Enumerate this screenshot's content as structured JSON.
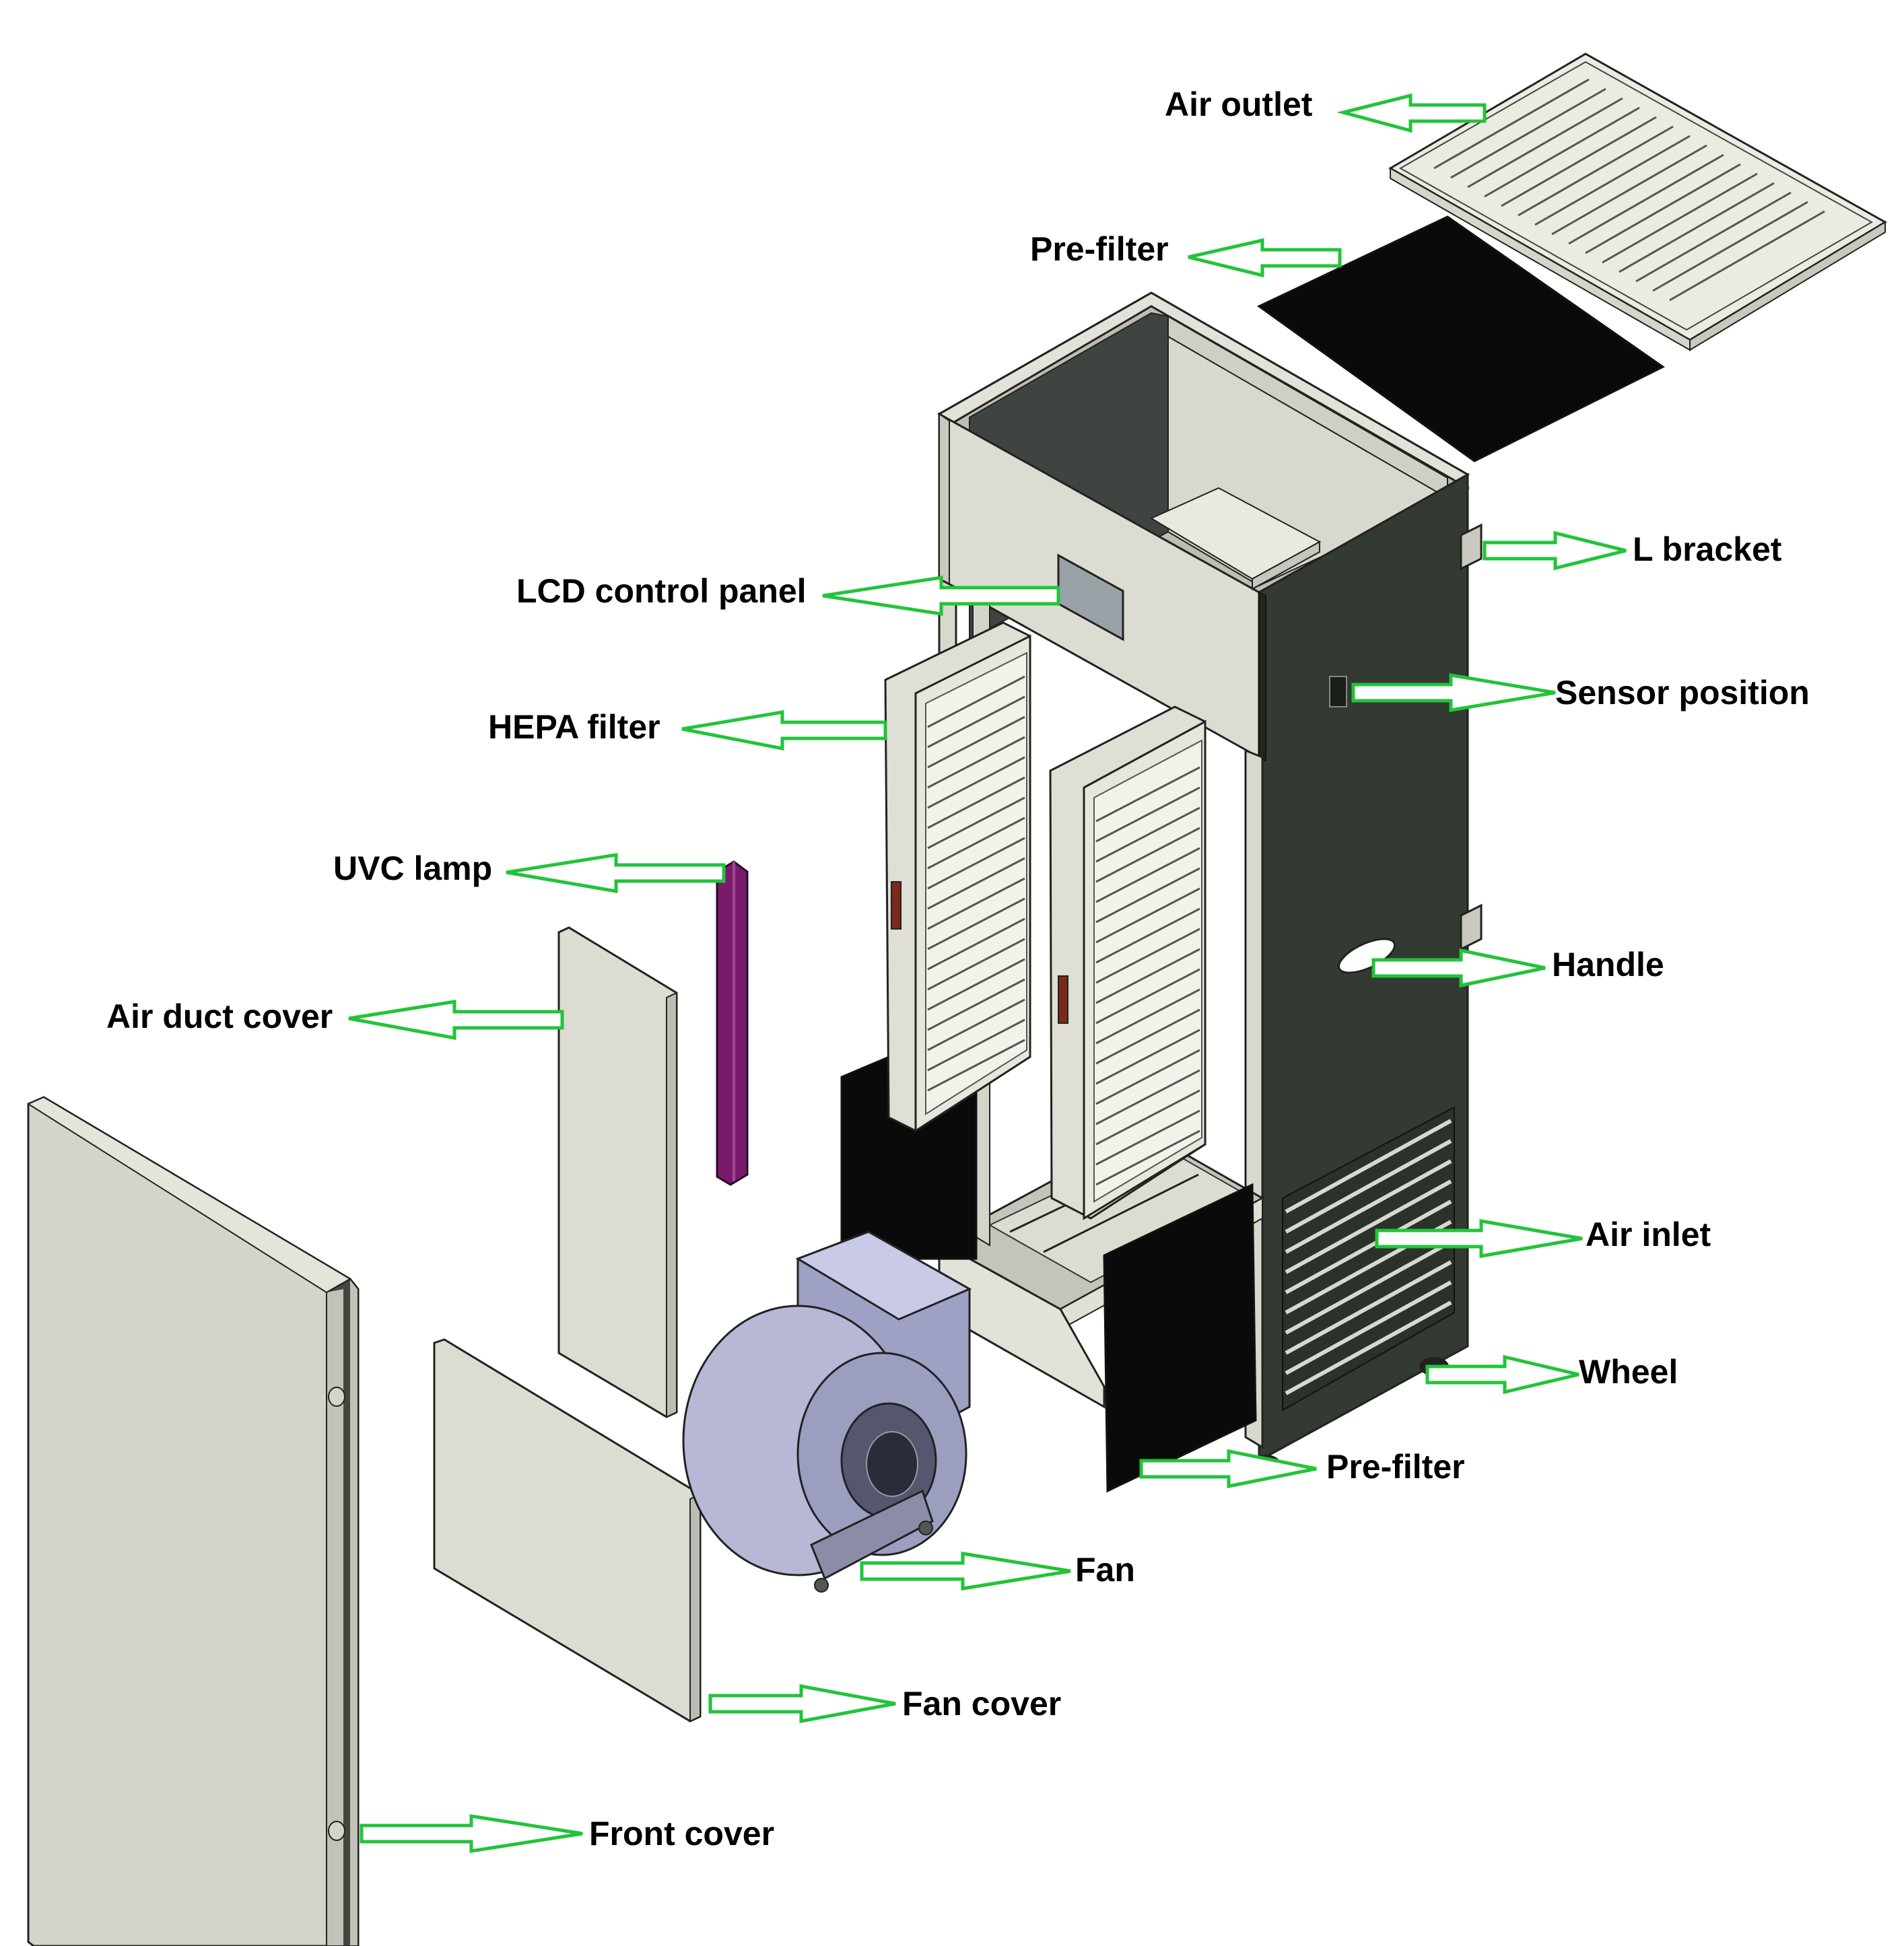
{
  "colors": {
    "arrow_outline": "#22c33a",
    "panel_light": "#dcdcd2",
    "cabinet_dark": "#323a32",
    "filter_black": "#0a0a0a",
    "uvc_lamp": "#7a1a6a",
    "fan_housing": "#b6b8d6",
    "label_text": "#000000"
  },
  "labels": {
    "air_outlet": "Air outlet",
    "pre_filter_top": "Pre-filter",
    "l_bracket": "L bracket",
    "lcd_control_panel": "LCD control panel",
    "sensor_position": "Sensor position",
    "hepa_filter": "HEPA filter",
    "uvc_lamp": "UVC lamp",
    "handle": "Handle",
    "air_duct_cover": "Air duct cover",
    "air_inlet": "Air inlet",
    "wheel": "Wheel",
    "pre_filter_bottom": "Pre-filter",
    "fan": "Fan",
    "fan_cover": "Fan cover",
    "front_cover": "Front cover"
  }
}
